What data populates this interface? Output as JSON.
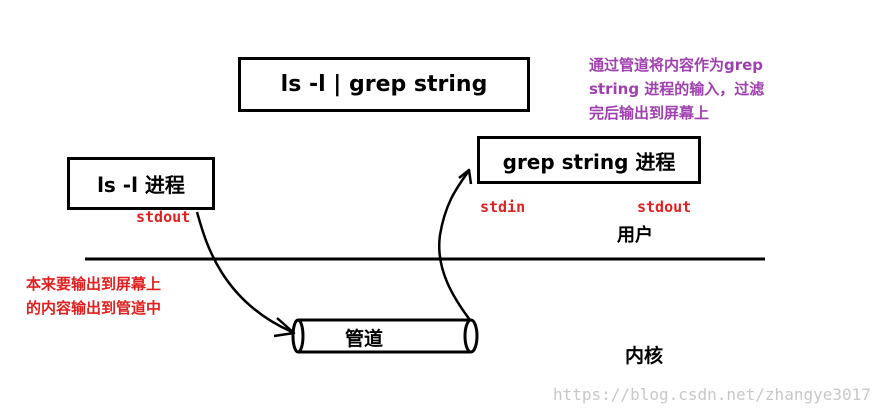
{
  "command_box": {
    "text": "ls -l | grep string"
  },
  "ls_process": {
    "text": "ls -l 进程",
    "stdout_label": "stdout"
  },
  "grep_process": {
    "text": "grep string 进程",
    "stdin_label": "stdin",
    "stdout_label": "stdout"
  },
  "user_space_label": "用户",
  "kernel_space_label": "内核",
  "pipe": {
    "label": "管道"
  },
  "note_purple": {
    "lines": [
      "通过管道将内容作为grep",
      "string 进程的输入，过滤",
      "完后输出到屏幕上"
    ],
    "color": "#a040b0"
  },
  "note_red": {
    "lines": [
      "本来要输出到屏幕上",
      "的内容输出到管道中"
    ],
    "color": "#e02020"
  },
  "watermark": "https://blog.csdn.net/zhangye3017"
}
